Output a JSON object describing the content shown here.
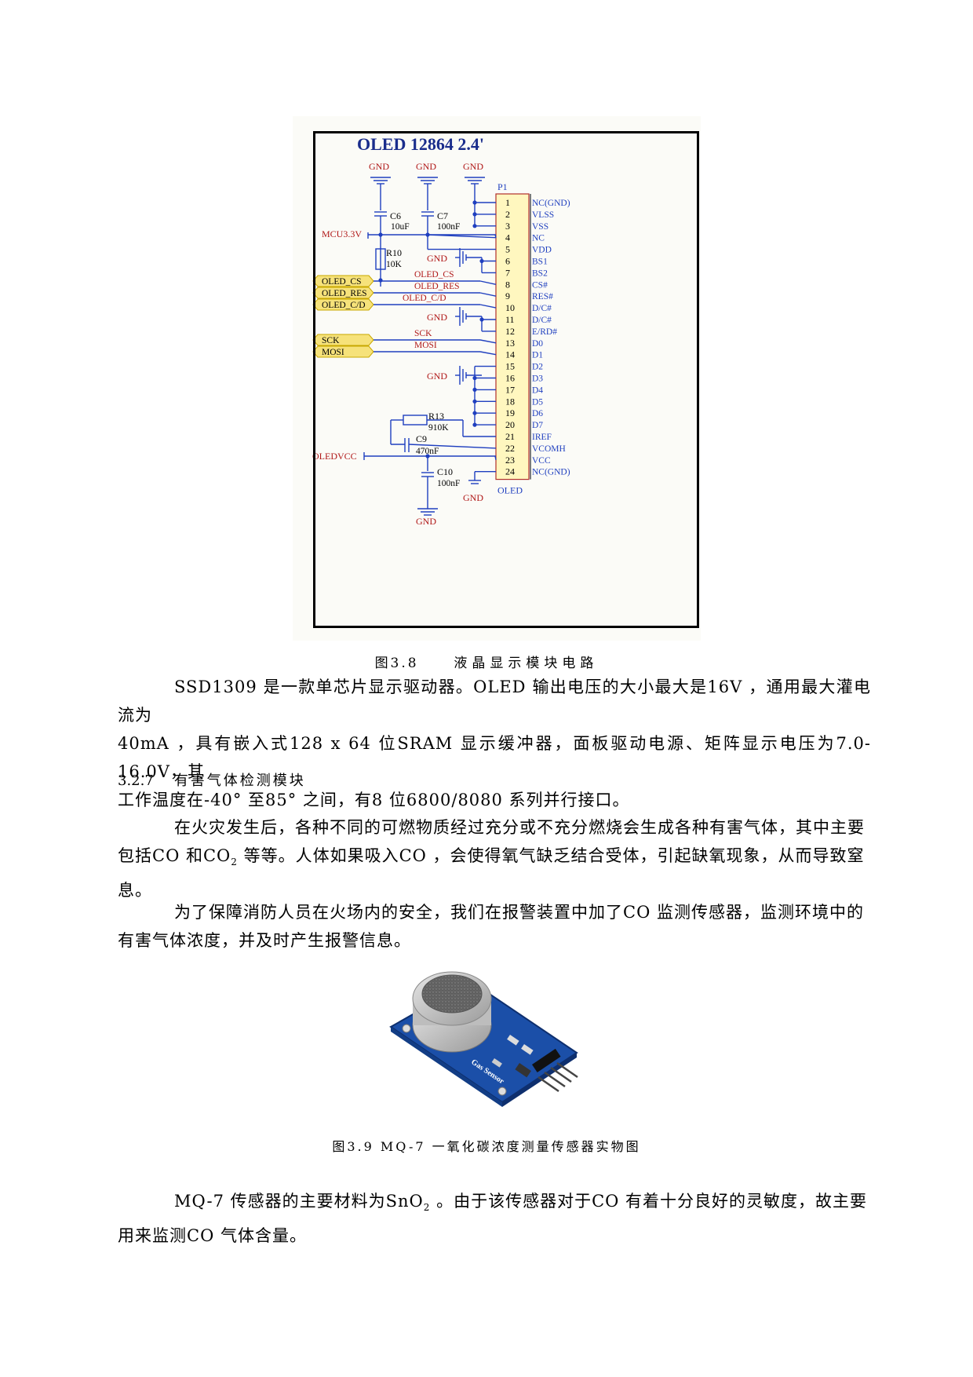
{
  "figure1": {
    "caption_num": "图3.8",
    "caption_text": "液晶显示模块电路",
    "schematic": {
      "title": "OLED 12864 2.4'",
      "ref": "P1",
      "part": "OLED",
      "gnd": "GND",
      "mcu_net": "MCU3.3V",
      "oledvcc_net": "OLEDVCC",
      "c6": {
        "name": "C6",
        "value": "10uF"
      },
      "c7": {
        "name": "C7",
        "value": "100nF"
      },
      "r10": {
        "name": "R10",
        "value": "10K"
      },
      "r13": {
        "name": "R13",
        "value": "910K"
      },
      "c9": {
        "name": "C9",
        "value": "470nF"
      },
      "c10": {
        "name": "C10",
        "value": "100nF"
      },
      "ports": [
        "OLED_CS",
        "OLED_RES",
        "OLED_C/D",
        "SCK",
        "MOSI"
      ],
      "nets": [
        "OLED_CS",
        "OLED_RES",
        "OLED_C/D",
        "SCK",
        "MOSI"
      ],
      "pins": [
        "1",
        "2",
        "3",
        "4",
        "5",
        "6",
        "7",
        "8",
        "9",
        "10",
        "11",
        "12",
        "13",
        "14",
        "15",
        "16",
        "17",
        "18",
        "19",
        "20",
        "21",
        "22",
        "23",
        "24"
      ],
      "pin_names": [
        "NC(GND)",
        "VLSS",
        "VSS",
        "NC",
        "VDD",
        "BS1",
        "BS2",
        "CS#",
        "RES#",
        "D/C#",
        "D/C#",
        "E/RD#",
        "D0",
        "D1",
        "D2",
        "D3",
        "D4",
        "D5",
        "D6",
        "D7",
        "IREF",
        "VCOMH",
        "VCC",
        "NC(GND)"
      ]
    }
  },
  "para1": {
    "line1": "SSD1309 是一款单芯片显示驱动器。OLED 输出电压的大小最大是16V ，通用最大灌电流为",
    "line2": "40mA ，具有嵌入式128 x 64 位SRAM 显示缓冲器，面板驱动电源、矩阵显示电压为7.0-16.0V，其",
    "line3": "工作温度在-40° 至85° 之间，有8 位6800/8080  系列并行接口。"
  },
  "section": {
    "number": "3.2.7",
    "title": "有害气体检测模块"
  },
  "para2": {
    "line1": "在火灾发生后，各种不同的可燃物质经过充分或不充分燃烧会生成各种有害气体，其中主要",
    "line2_a": "包括CO  和CO",
    "line2_sub": "2",
    "line2_b": " 等等。人体如果吸入CO ，会使得氧气缺乏结合受体，引起缺氧现象，从而导致窒",
    "line3": "息。"
  },
  "para3": {
    "line1": "为了保障消防人员在火场内的安全，我们在报警装置中加了CO  监测传感器，监测环境中的",
    "line2": "有害气体浓度，并及时产生报警信息。"
  },
  "figure2": {
    "caption": "图3.9 MQ-7 一氧化碳浓度测量传感器实物图",
    "board_label": "Gas Sensor"
  },
  "para4": {
    "line1_a": "MQ-7  传感器的主要材料为SnO",
    "line1_sub": "2",
    "line1_b": "  。由于该传感器对于CO  有着十分良好的灵敏度，故主要",
    "line2": "用来监测CO  气体含量。"
  }
}
